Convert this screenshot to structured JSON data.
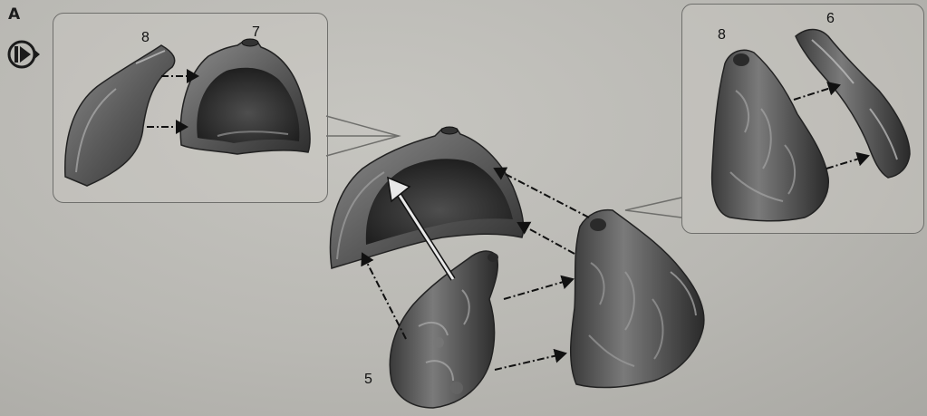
{
  "step": {
    "letter": "A",
    "icon": "rotate-view-icon"
  },
  "inset_left": {
    "labels": {
      "part_a": "8",
      "part_b": "7"
    }
  },
  "inset_right": {
    "labels": {
      "part_a": "8",
      "part_b": "6"
    }
  },
  "main": {
    "labels": {
      "part_c": "5"
    }
  }
}
